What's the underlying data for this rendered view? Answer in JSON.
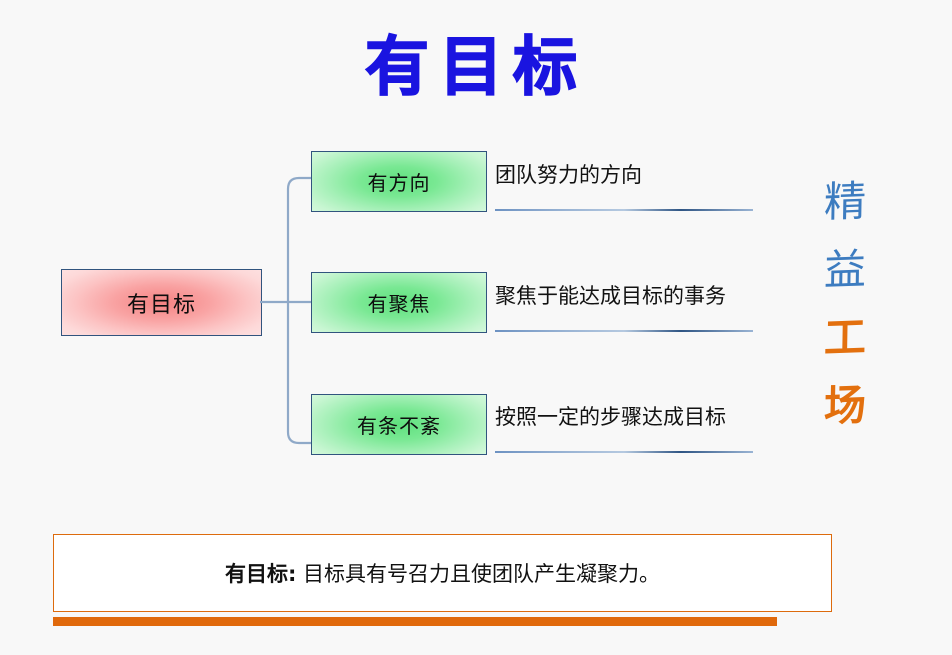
{
  "slide": {
    "background_color": "#f8f8f8",
    "title": "有目标",
    "title_color": "#1a14e0"
  },
  "diagram": {
    "root": {
      "label": "有目标",
      "fill_start": "#f58282",
      "fill_end": "#fde2e2",
      "border_color": "#31547e"
    },
    "connector_color": "#8fa9c8",
    "children": [
      {
        "label": "有方向",
        "description": "团队努力的方向",
        "fill_start": "#5fe07e",
        "fill_end": "#ddfae3",
        "border_color": "#31547e",
        "underline_color": "#6d92c2"
      },
      {
        "label": "有聚焦",
        "description": "聚焦于能达成目标的事务",
        "fill_start": "#5fe07e",
        "fill_end": "#ddfae3",
        "border_color": "#31547e",
        "underline_color": "#6d92c2"
      },
      {
        "label": "有条不紊",
        "description": "按照一定的步骤达成目标",
        "fill_start": "#5fe07e",
        "fill_end": "#ddfae3",
        "border_color": "#31547e",
        "underline_color": "#6d92c2"
      }
    ]
  },
  "brand": {
    "characters": [
      {
        "char": "精",
        "color": "#3d7cc0",
        "tone": "blue"
      },
      {
        "char": "益",
        "color": "#3d7cc0",
        "tone": "blue"
      },
      {
        "char": "工",
        "color": "#e3700e",
        "tone": "orange"
      },
      {
        "char": "场",
        "color": "#e3700e",
        "tone": "orange"
      }
    ]
  },
  "footer": {
    "lead": "有目标:",
    "body": " 目标具有号召力且使团队产生凝聚力。",
    "border_color": "#dd6b0d",
    "bar_color": "#e0690c"
  }
}
